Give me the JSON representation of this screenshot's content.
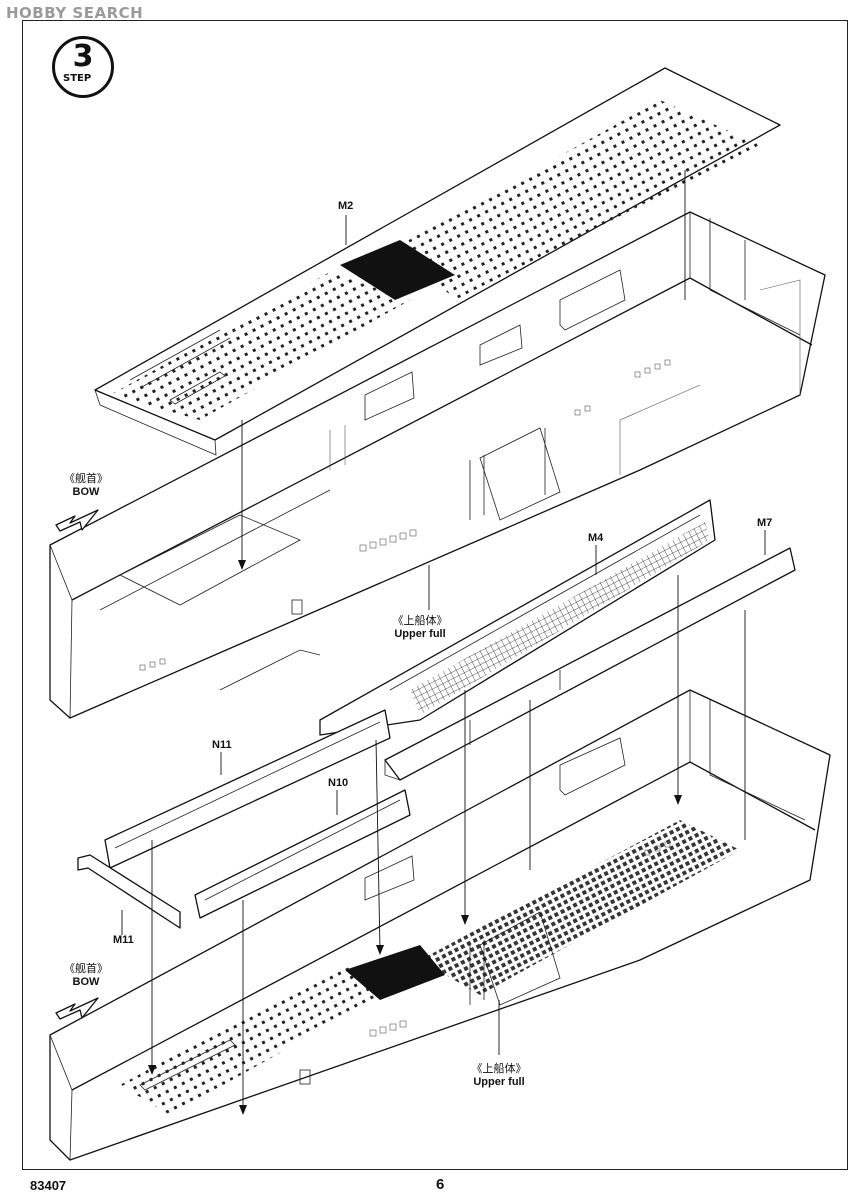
{
  "watermark": "HOBBY SEARCH",
  "step": {
    "number": "3",
    "word": "STEP"
  },
  "parts": {
    "m2": "M2",
    "m4": "M4",
    "m7": "M7",
    "n10": "N10",
    "n11": "N11",
    "m11": "M11"
  },
  "bow_labels": [
    {
      "zh": "《舰首》",
      "en": "BOW"
    },
    {
      "zh": "《舰首》",
      "en": "BOW"
    }
  ],
  "upper_hull_labels": [
    {
      "zh": "《上船体》",
      "en": "Upper full"
    },
    {
      "zh": "《上船体》",
      "en": "Upper full"
    }
  ],
  "footer": {
    "code": "83407",
    "page": "6"
  }
}
